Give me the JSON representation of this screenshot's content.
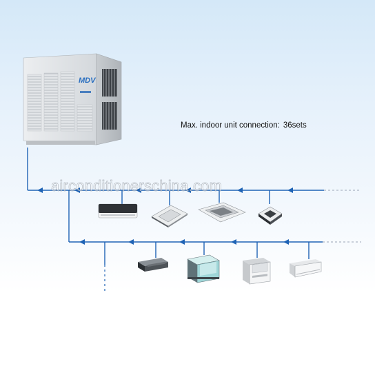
{
  "caption": {
    "label": "Max. indoor unit connection:",
    "count": "36",
    "unit": "sets"
  },
  "watermark": "airconditionerschina.com",
  "outdoor_unit": {
    "brand": "MDV"
  },
  "colors": {
    "pipe": "#1f63b5",
    "dashed_line": "#9aa6b6",
    "background_top": "#d4e8f8"
  },
  "indoor_units_row1": [
    "wall-mounted-unit",
    "ceiling-cassette-unit",
    "one-way-cassette-unit",
    "compact-cassette-unit"
  ],
  "indoor_units_row2": [
    "duct-unit",
    "high-static-duct-unit",
    "floor-standing-unit",
    "ceiling-floor-unit"
  ]
}
